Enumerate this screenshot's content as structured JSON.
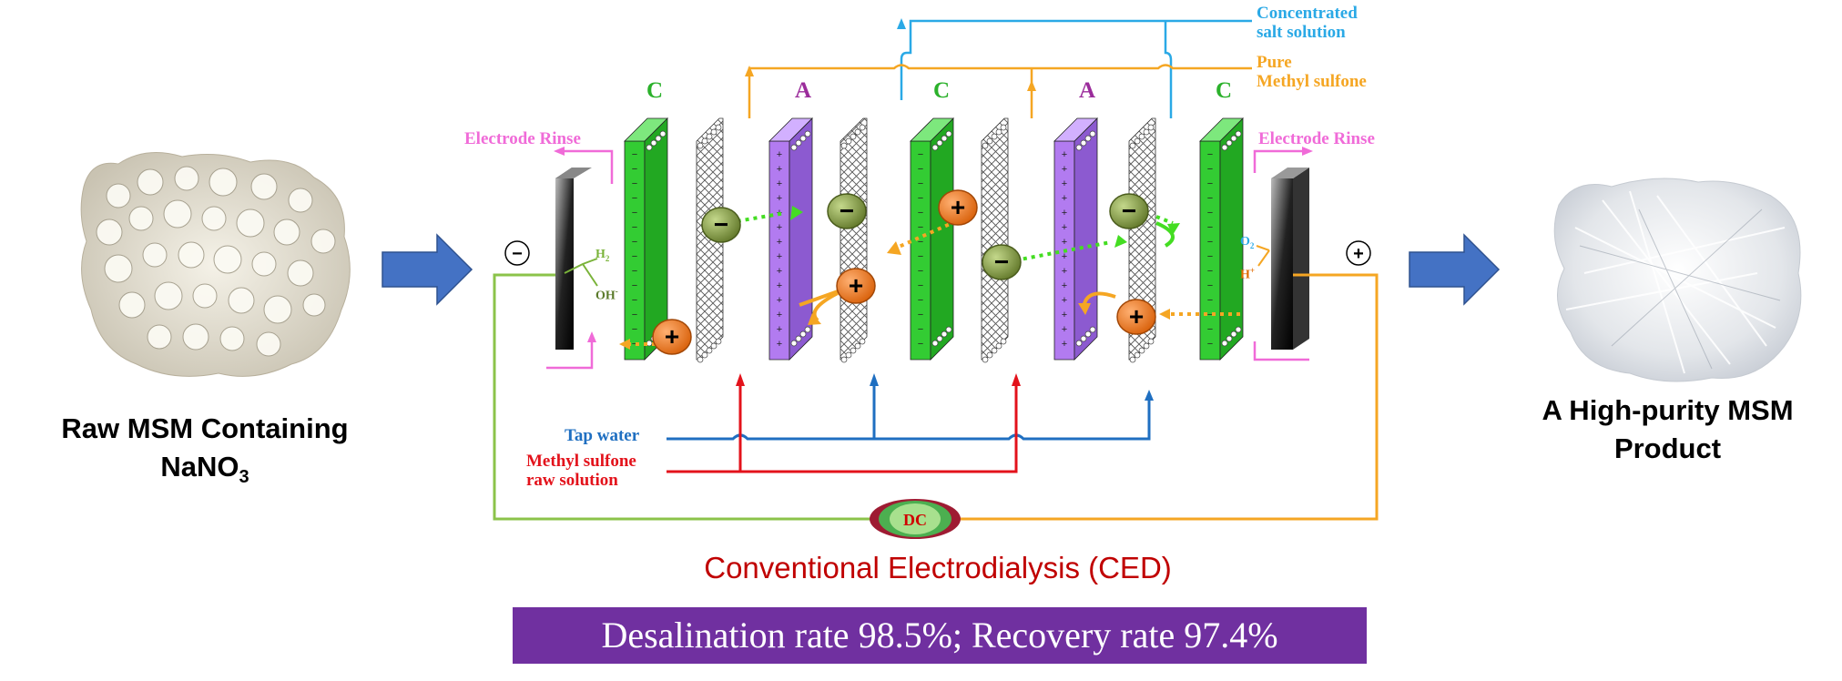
{
  "left_panel": {
    "caption_line1": "Raw MSM Containing",
    "caption_line2": "NaNO",
    "caption_sub": "3",
    "image_desc": "raw-msm-crystals"
  },
  "right_panel": {
    "caption_line1": "A High-purity MSM",
    "caption_line2": "Product",
    "image_desc": "high-purity-msm-crystals"
  },
  "diagram": {
    "membranes": [
      "C",
      "A",
      "C",
      "A",
      "C"
    ],
    "streams": {
      "concentrated_line1": "Concentrated",
      "concentrated_line2": "salt solution",
      "pure_line1": "Pure",
      "pure_line2": "Methyl sulfone",
      "tap_water": "Tap water",
      "raw_line1": "Methyl sulfone",
      "raw_line2": "raw solution"
    },
    "electrode_rinse_left": "Electrode Rinse",
    "electrode_rinse_right": "Electrode Rinse",
    "cathode_symbol": "−",
    "anode_symbol": "+",
    "h2": "H",
    "h2_sub": "2",
    "oh": "OH",
    "oh_sup": "-",
    "o2": "O",
    "o2_sub": "2",
    "h_plus": "H",
    "h_plus_sup": "+",
    "dc_label": "DC",
    "cation_symbol": "+",
    "anion_symbol": "−",
    "membrane_plus": "+",
    "membrane_minus": "−"
  },
  "ced_title": "Conventional Electrodialysis (CED)",
  "result_text": "Desalination rate 98.5%;  Recovery rate 97.4%",
  "colors": {
    "cation_membrane": "#33cc33",
    "anion_membrane": "#b27bf0",
    "tap_water": "#1f6fc1",
    "raw_solution": "#e3121b",
    "concentrated": "#2aa9e6",
    "pure": "#f5a623",
    "rinse": "#f06bd8",
    "wire_left": "#8bc34a",
    "wire_right": "#f5a623",
    "arrow_blue": "#4472c4",
    "result_bg": "#7030a0",
    "title_red": "#c00000"
  }
}
